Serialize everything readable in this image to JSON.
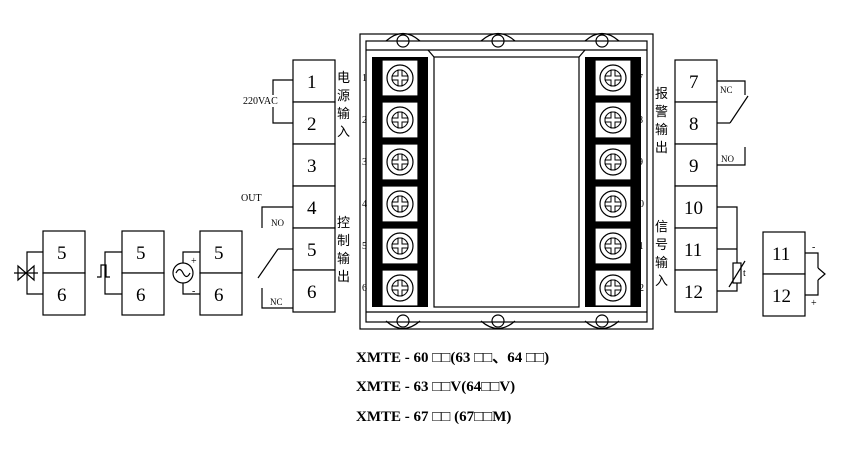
{
  "left_terminal_numbers": [
    "1",
    "2",
    "3",
    "4",
    "5",
    "6"
  ],
  "right_terminal_numbers": [
    "7",
    "8",
    "9",
    "10",
    "11",
    "12"
  ],
  "left_pin_numbers": [
    "1",
    "2",
    "3",
    "4",
    "5",
    "6"
  ],
  "right_pin_numbers": [
    "7",
    "8",
    "9",
    "10",
    "11",
    "12"
  ],
  "power_voltage": "220VAC",
  "out_label": "OUT",
  "no_label": "NO",
  "nc_label": "NC",
  "power_input_label": [
    "电",
    "源",
    "输",
    "入"
  ],
  "control_output_label": [
    "控",
    "制",
    "输",
    "出"
  ],
  "alarm_output_label": [
    "报",
    "警",
    "输",
    "出"
  ],
  "signal_input_label": [
    "信",
    "号",
    "输",
    "入"
  ],
  "output_option_terminals": [
    "5",
    "6"
  ],
  "thermocouple_terminals": [
    "11",
    "12"
  ],
  "rtd_symbol": "t",
  "polarity_plus": "+",
  "polarity_minus": "-",
  "model_lines": [
    "XMTE - 60 □□(63 □□、64 □□)",
    "XMTE - 63 □□V(64□□V)",
    "XMTE - 67 □□ (67□□M)"
  ]
}
